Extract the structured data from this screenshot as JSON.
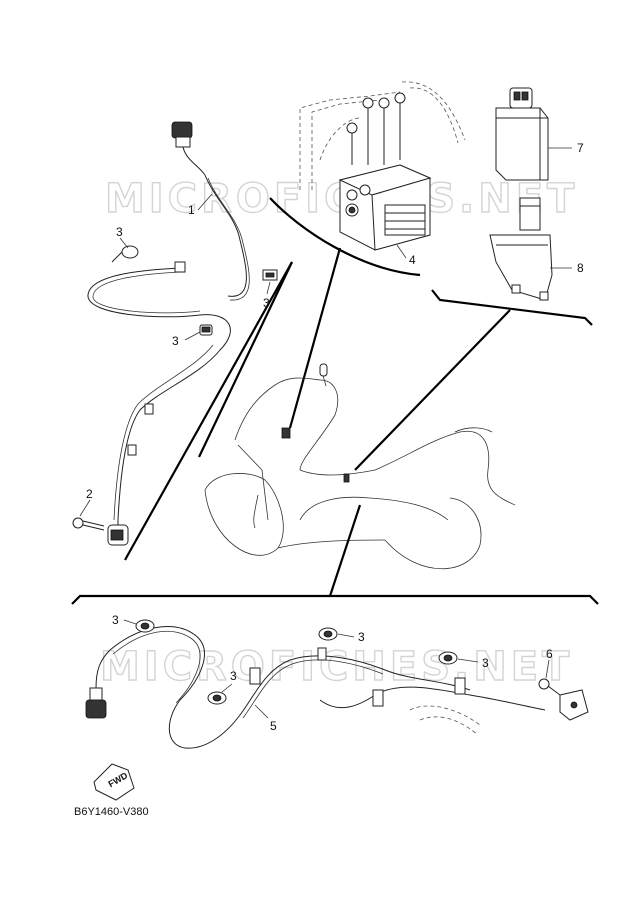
{
  "watermark": "MICROFICHES.NET",
  "diagram_code": "B6Y1460-V380",
  "fwd_label": "FWD",
  "callouts": {
    "c1": "1",
    "c2": "2",
    "c3a": "3",
    "c3b": "3",
    "c3c": "3",
    "c3d": "3",
    "c3e": "3",
    "c3f": "3",
    "c3g": "3",
    "c4": "4",
    "c5": "5",
    "c6": "6",
    "c7": "7",
    "c8": "8"
  }
}
